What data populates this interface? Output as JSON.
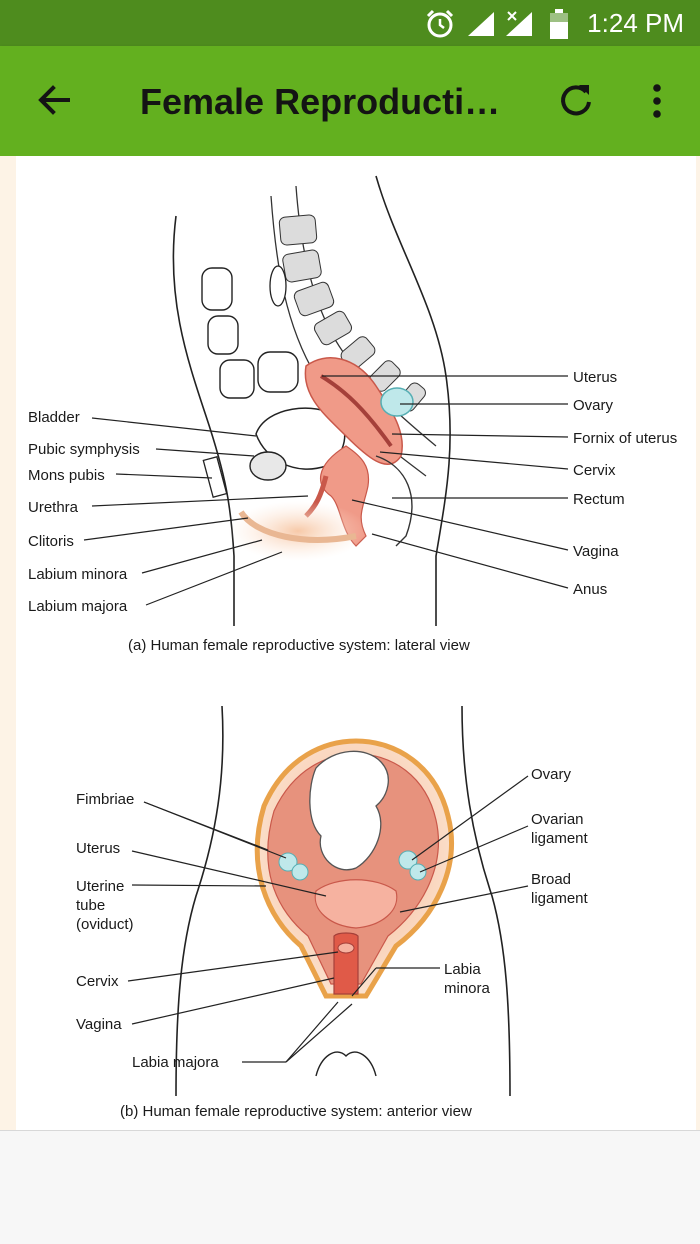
{
  "status": {
    "time": "1:24 PM",
    "icons": [
      "alarm-icon",
      "signal-icon",
      "signal-no-data-icon",
      "battery-icon"
    ]
  },
  "appbar": {
    "title": "Female Reproductiv...",
    "back_icon": "arrow-left-icon",
    "refresh_icon": "refresh-icon",
    "menu_icon": "more-vertical-icon",
    "color": "#63b01f",
    "status_color": "#4e8c1e"
  },
  "figure_a": {
    "caption": "(a) Human female reproductive system: lateral view",
    "left_labels": [
      "Bladder",
      "Pubic symphysis",
      "Mons pubis",
      "Urethra",
      "Clitoris",
      "Labium minora",
      "Labium majora"
    ],
    "right_labels": [
      "Uterus",
      "Ovary",
      "Fornix of uterus",
      "Cervix",
      "Rectum",
      "Vagina",
      "Anus"
    ]
  },
  "figure_b": {
    "caption": "(b) Human female reproductive system: anterior view",
    "left_labels": [
      "Fimbriae",
      "Uterus",
      "Uterine",
      "tube",
      "(oviduct)",
      "Cervix",
      "Vagina",
      "Labia majora"
    ],
    "right_labels": [
      "Ovary",
      "Ovarian",
      "ligament",
      "Broad",
      "ligament",
      "Labia",
      "minora"
    ]
  }
}
